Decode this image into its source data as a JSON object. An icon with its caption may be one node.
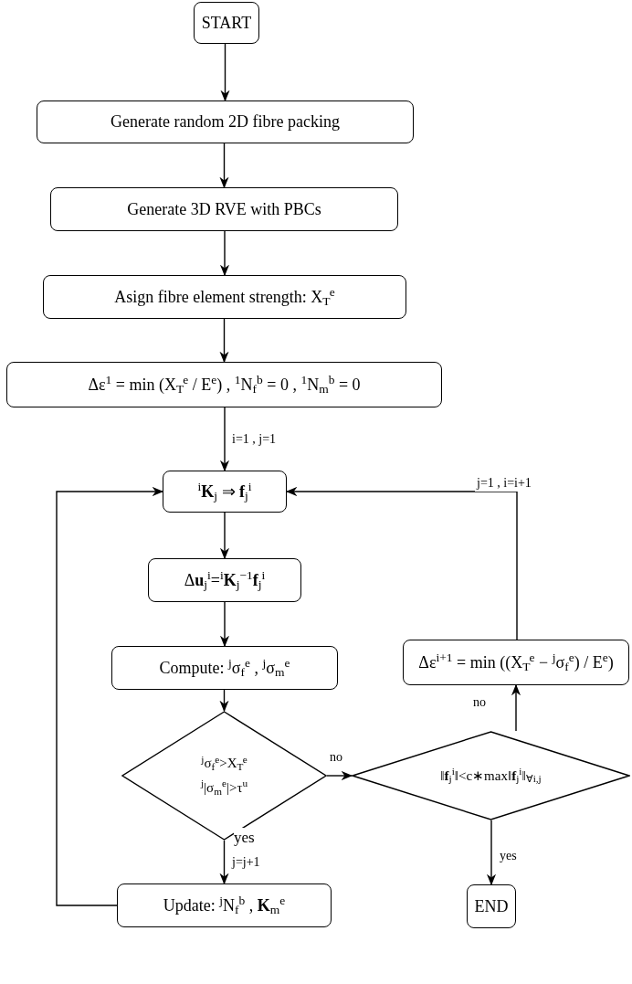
{
  "diagram": {
    "nodes": [
      {
        "text": [
          "START"
        ]
      },
      {
        "text": [
          "Generate random 2D fibre packing"
        ]
      },
      {
        "text": [
          "Generate 3D RVE with PBCs"
        ]
      },
      {
        "text": [
          "Asign fibre element strength: X$_{T}$$^{e}$"
        ]
      },
      {
        "text": [
          "Δε$^{1}$ = min (X$_{T}$$^{e}$ / E$^{e}$) , $^{1}$N$_{f}$$^{b}$ = 0 , $^{1}$N$_{m}$$^{b}$ = 0"
        ]
      },
      {
        "text": [
          "$^{i}$**K**$_{j}$ ⇒ **f**$_{j}$$^{i}$"
        ]
      },
      {
        "text": [
          "Δ**u**$_{j}$$^{i}$=$^{i}$**K**$_{j}$$^{−1}$**f**$_{j}$$^{i}$"
        ]
      },
      {
        "text": [
          "Compute: $^{j}$σ$_{f}$$^{e}$ , $^{j}$σ$_{m}$$^{e}$"
        ]
      },
      {
        "text": [
          "$^{j}$σ$_{f}$$^{e}$>X$_{T}$$^{e}$",
          "$^{j}$|σ$_{m}$$^{e}$|>τ$^{u}$"
        ]
      },
      {
        "text": [
          "Update: $^{j}$N$_{f}$$^{b}$ , **K**$_{m}$$^{e}$"
        ]
      },
      {
        "text": [
          "‖**f**$_{j}$$^{i}$‖<c∗max‖**f**$_{j}$$^{i}$‖$_{∀i,j}$"
        ]
      },
      {
        "text": [
          "END"
        ]
      },
      {
        "text": [
          "Δε$^{i+1}$ = min ((X$_{T}$$^{e}$ − $^{j}$σ$_{f}$$^{e}$) / E$^{e}$)"
        ]
      }
    ],
    "edges": [
      {
        "from": 0,
        "to": 1,
        "arrow": "to"
      },
      {
        "from": 1,
        "to": 2,
        "arrow": "to"
      },
      {
        "from": 2,
        "to": 3,
        "arrow": "to"
      },
      {
        "from": 3,
        "to": 4,
        "arrow": "to"
      },
      {
        "from": 4,
        "to": 5,
        "arrow": "to",
        "label": "i=1 , j=1"
      },
      {
        "from": 5,
        "to": 6,
        "arrow": "to"
      },
      {
        "from": 6,
        "to": 7,
        "arrow": "to"
      },
      {
        "from": 7,
        "to": 8,
        "arrow": "to"
      },
      {
        "from": 8,
        "to": 9,
        "arrow": "to",
        "label": "j=j+1"
      },
      {
        "from": 9,
        "to": 5,
        "arrow": "to"
      },
      {
        "from": 8,
        "to": 10,
        "arrow": "to",
        "label": "no"
      },
      {
        "from": 10,
        "to": 12,
        "arrow": "to",
        "label": "no"
      },
      {
        "from": 12,
        "to": 5,
        "arrow": "to",
        "label": "j=1 , i=i+1"
      },
      {
        "from": 10,
        "to": 11,
        "arrow": "to",
        "label": "yes"
      }
    ],
    "labels": [
      "yes"
    ]
  }
}
